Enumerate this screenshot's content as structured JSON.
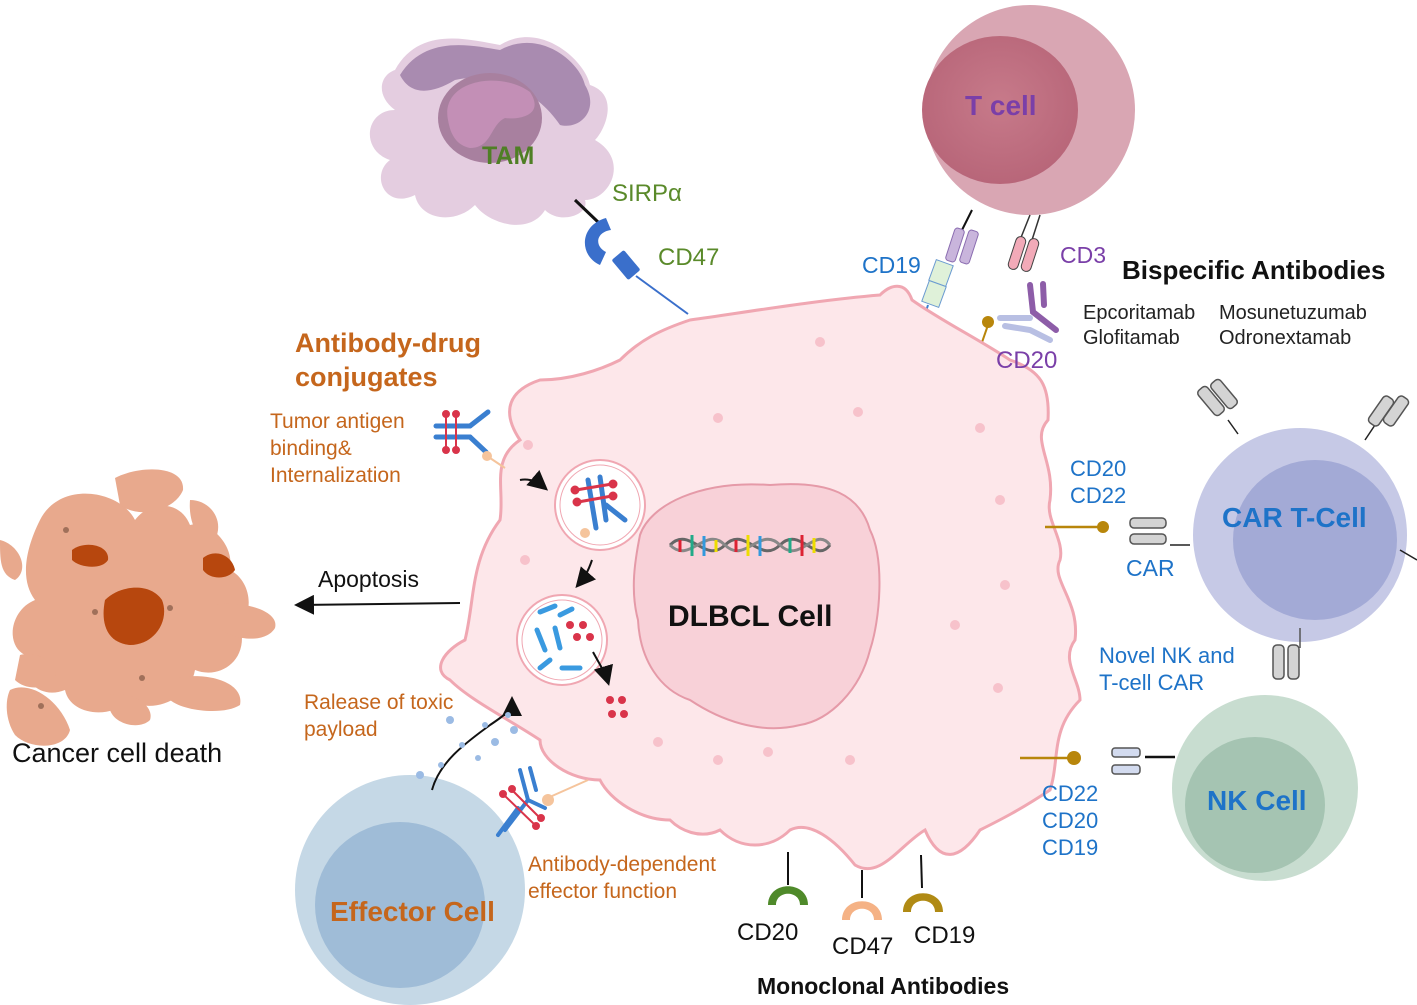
{
  "colors": {
    "orange_text": "#c5661c",
    "green_text": "#5a8a2a",
    "purple_text": "#7a3fa8",
    "blue_text": "#1e73c8",
    "dark_text": "#111111"
  },
  "cells": {
    "tam": "TAM",
    "t_cell": "T cell",
    "dlbcl": "DLBCL Cell",
    "car_t": "CAR T-Cell",
    "nk": "NK Cell",
    "effector": "Effector Cell",
    "dead": "Cancer cell death"
  },
  "tam_axis": {
    "receptor": "SIRPα",
    "ligand": "CD47"
  },
  "bispecific": {
    "title": "Bispecific Antibodies",
    "targets": {
      "cd19": "CD19",
      "cd3": "CD3",
      "cd20": "CD20"
    },
    "drugs": [
      "Epcoritamab",
      "Mosunetuzumab",
      "Glofitamab",
      "Odronextamab"
    ]
  },
  "adc": {
    "title_line1": "Antibody-drug",
    "title_line2": "conjugates",
    "step1": [
      "Tumor antigen",
      "binding&",
      "Internalization"
    ],
    "step2": [
      "Ralease of toxic",
      "payload"
    ],
    "step3": [
      "Antibody-dependent",
      "effector function"
    ]
  },
  "apoptosis": "Apoptosis",
  "car": {
    "targets": [
      "CD20",
      "CD22"
    ],
    "label": "CAR",
    "novel": [
      "Novel NK and",
      "T-cell CAR"
    ],
    "nk_targets": [
      "CD22",
      "CD20",
      "CD19"
    ]
  },
  "monoclonal": {
    "title": "Monoclonal Antibodies",
    "targets": [
      "CD20",
      "CD47",
      "CD19"
    ]
  }
}
